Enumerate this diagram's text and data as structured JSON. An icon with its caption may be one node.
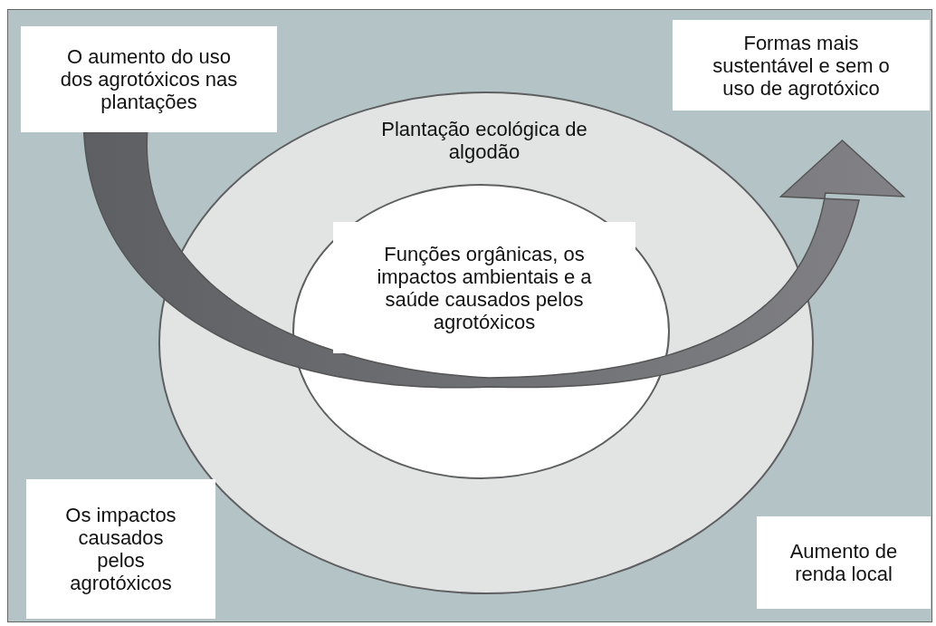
{
  "diagram": {
    "nodes": [
      {
        "text": [
          "O aumento do uso dos agrotóxicos nas plantações"
        ]
      },
      {
        "text": [
          "Formas mais sustentável e sem o uso de agrotóxico"
        ]
      },
      {
        "text": [
          "Plantação ecológica de algodão"
        ]
      },
      {
        "text": [
          "Funções orgânicas, os impactos ambientais e a saúde causados pelos agrotóxicos"
        ],
        "in": 2
      },
      {
        "text": [
          "Os impactos causados pelos agrotóxicos"
        ]
      },
      {
        "text": [
          "Aumento de renda local"
        ]
      }
    ],
    "edges": [
      {
        "from": 0,
        "to": 1,
        "arrow": "to",
        "style": "thick"
      }
    ]
  }
}
